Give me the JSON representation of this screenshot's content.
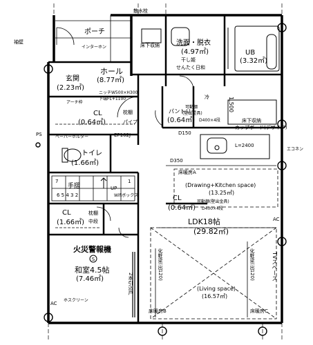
{
  "labels": {
    "drain": "散水栓",
    "porch": "ポーチ",
    "intercom": "インターホン",
    "gutter": "袖壁",
    "genkan": "玄関",
    "genkan_area": "(2.23㎡)",
    "arch": "アーチ枠",
    "hall": "ホール",
    "hall_area": "(8.77㎡)",
    "niche": "ニッチW500×H300",
    "niche2": "下端FL+1100",
    "cl1": "CL",
    "cl1_area": "(0.64㎡)",
    "shelf1": "枕棚",
    "pipe1": "パイプ",
    "floor_store1": "床下収納",
    "washroom": "洗面・脱衣",
    "washroom_area": "(4.97㎡)",
    "dryer": "干し姫",
    "sunny": "せんたく日和",
    "ub": "UB",
    "ub_area": "(3.32㎡)",
    "fridge": "冷",
    "pantry": "パントリー",
    "pantry_area": "(0.64㎡)",
    "mov_shelf1": "可動棚",
    "mov_shelf1b": "(壁出金具)",
    "mov_shelf1c": "D400×4段",
    "dim1500": "1,500",
    "floor_store2": "床下収納",
    "cupboard": "カップボード(デザイア)",
    "ps": "PS",
    "ep": "EP102J",
    "toilet_rack": "ペーパーホルダー",
    "toilet": "トイレ",
    "toilet_area": "(1.66㎡)",
    "d150": "D150",
    "l2400": "L=2400",
    "econ": "エコネン",
    "d350": "D350",
    "floor_heat_a": "床暖房A",
    "dk_space": "(Drawing+Kitchen space)",
    "dk_area": "(13.25㎡)",
    "up": "UP",
    "wifi": "Wifiボックス",
    "stair": "手摺",
    "stair_nums": "6  5  4  3  2",
    "cl2": "CL",
    "cl2_area": "(0.64㎡)",
    "mov_shelf2": "可動棚(壁出金具)",
    "mov_shelf2b": "D400×4段",
    "cl3": "CL",
    "cl3_area": "(1.66㎡)",
    "shelf3": "枕棚",
    "shelf3b": "中段",
    "ldk": "LDK18帖",
    "ldk_area": "(29.82㎡)",
    "fire_alarm": "火災警報機",
    "washitsu": "和室4.5帖",
    "washitsu_area": "(7.46㎡)",
    "screen": "ホスクリーン",
    "orin": "2本引込戸",
    "kesho1": "化粧梁(出120)",
    "kesho2": "化粧梁(出120)",
    "living_space": "(Living space)",
    "living_area": "(16.57㎡)",
    "tv": "TVスペース",
    "floor_heat_b": "床暖房B",
    "floor_heat_c": "床暖房C",
    "ac1": "AC",
    "ac2": "AC",
    "num7": "7",
    "num1": "1"
  }
}
